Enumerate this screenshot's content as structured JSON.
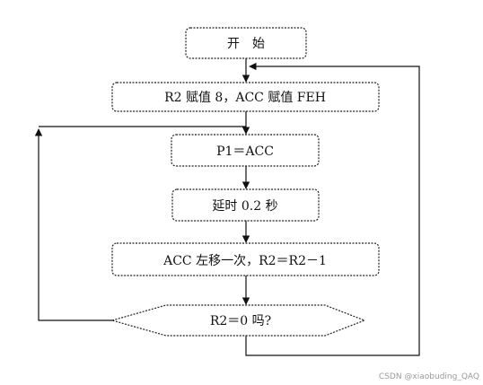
{
  "diagram": {
    "nodes": {
      "start": "开　始",
      "init": "R2 赋值 8，ACC 赋值 FEH",
      "output": "P1＝ACC",
      "delay": "延时 0.2 秒",
      "shift": "ACC 左移一次，R2＝R2－1",
      "decision": "R2＝0 吗?"
    },
    "colors": {
      "line": "#111111",
      "box_border": "#222222",
      "background": "#ffffff"
    }
  },
  "watermark": "CSDN @xiaobuding_QAQ"
}
